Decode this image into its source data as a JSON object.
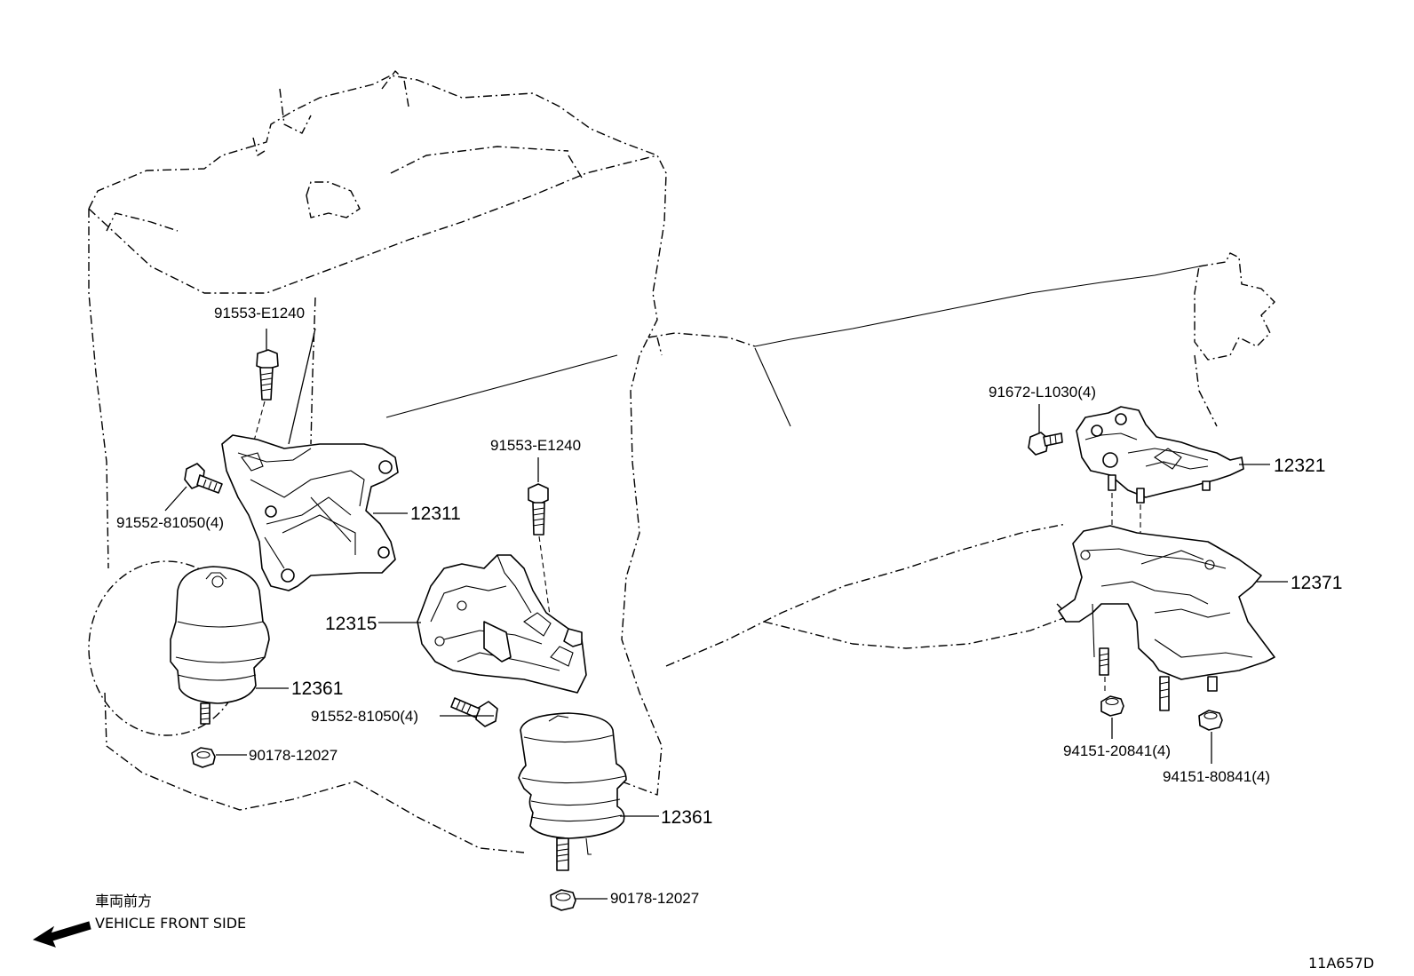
{
  "diagram": {
    "callouts": {
      "bolt_top_left": "91553-E1240",
      "bolt_left_x4": "91552-81050(4)",
      "bracket_12311": "12311",
      "bolt_center_top": "91553-E1240",
      "bracket_12315": "12315",
      "bolt_center_x4": "91552-81050(4)",
      "insulator_left": "12361",
      "nut_left": "90178-12027",
      "insulator_center": "12361",
      "nut_center": "90178-12027",
      "bolt_right_x4": "91672-L1030(4)",
      "insulator_12321": "12321",
      "member_12371": "12371",
      "nut_right_a": "94151-20841(4)",
      "nut_right_b": "94151-80841(4)"
    },
    "direction": {
      "japanese": "車両前方",
      "english": "VEHICLE FRONT SIDE"
    },
    "figure_code": "11A657D"
  }
}
